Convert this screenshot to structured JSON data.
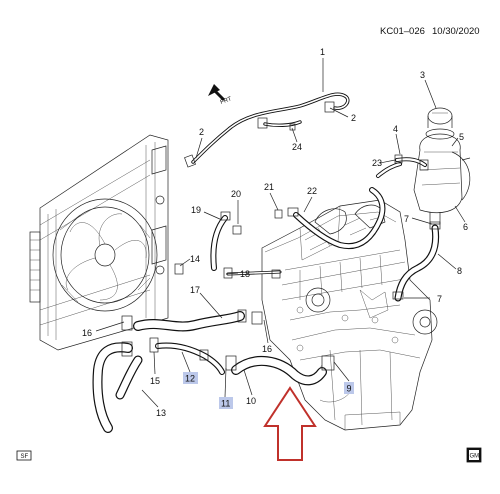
{
  "header": {
    "code": "KC01–026",
    "date": "10/30/2020"
  },
  "direction": {
    "label": "FRT"
  },
  "footer": {
    "left_logo": "SF",
    "right_logo": "GM"
  },
  "labels": {
    "l1": "1",
    "l2a": "2",
    "l2b": "2",
    "l3": "3",
    "l4": "4",
    "l5": "5",
    "l6": "6",
    "l7a": "7",
    "l7b": "7",
    "l8": "8",
    "l9": "9",
    "l10": "10",
    "l11": "11",
    "l12": "12",
    "l13": "13",
    "l14": "14",
    "l15": "15",
    "l16a": "16",
    "l16b": "16",
    "l17": "17",
    "l18": "18",
    "l19": "19",
    "l20": "20",
    "l21": "21",
    "l22": "22",
    "l23": "23",
    "l24": "24"
  },
  "highlighted_labels": [
    "9",
    "11",
    "12"
  ],
  "colors": {
    "label_highlight": "#bcc8ea",
    "arrow": "#c0312b",
    "ink": "#111111"
  }
}
